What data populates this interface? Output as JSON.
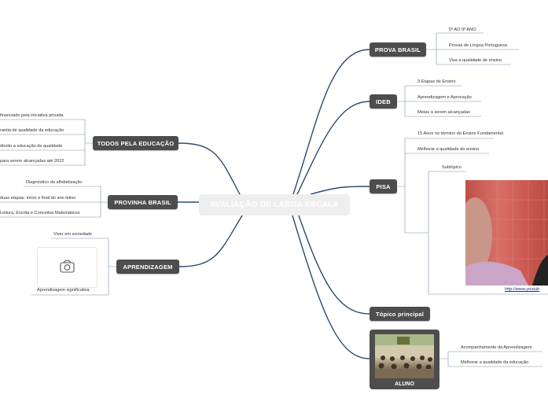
{
  "center": "AVALIAÇÃO DE LARGA ESCALA",
  "right": {
    "prova_brasil": {
      "title": "PROVA BRASIL",
      "items": [
        "5º AO 9º ANO",
        "Provas de Língua Portuguesa",
        "Visa a qualidade de ensino"
      ]
    },
    "ideb": {
      "title": "IDEB",
      "items": [
        "3 Etapas de Ensino",
        "Aprendizagem e Aprovação",
        "Metas a serem alcançadas"
      ]
    },
    "pisa": {
      "title": "PISA",
      "items": [
        "15 Anos no término do Ensino Fundamental",
        "Melhorar a qualidade do ensino",
        "Subtópico"
      ],
      "link": "http://www.youtub"
    },
    "topico": {
      "title": "Tópico principal"
    },
    "aluno": {
      "title": "ALUNO",
      "items": [
        "Acompanhamento da Aprendizagem",
        "Melhorar a qualidade da educação"
      ]
    }
  },
  "left": {
    "todos": {
      "title": "TODOS PELA EDUCAÇÃO",
      "items": [
        "financiado pela iniciativa privada",
        "rantia de qualidade da educação",
        "direito a educação de qualidade",
        "para serem alcançadas até 2022"
      ]
    },
    "provinha": {
      "title": "PROVINHA BRASIL",
      "items": [
        "Diagnóstico da alfabetização",
        "duas etapas: início e final do ano letivo",
        "Leitura, Escrita e Conceitos Matemáticos"
      ]
    },
    "aprendizagem": {
      "title": "APRENDIZAGEM",
      "items": [
        "Viver em sociedade",
        "Aprendizagem significativa"
      ]
    }
  },
  "colors": {
    "branch": "#2e4a6b",
    "node": "#4d4d4d",
    "center": "#eeeeee",
    "sub_line": "#7a8fa8"
  },
  "icons": {
    "placeholder": "camera-icon"
  }
}
